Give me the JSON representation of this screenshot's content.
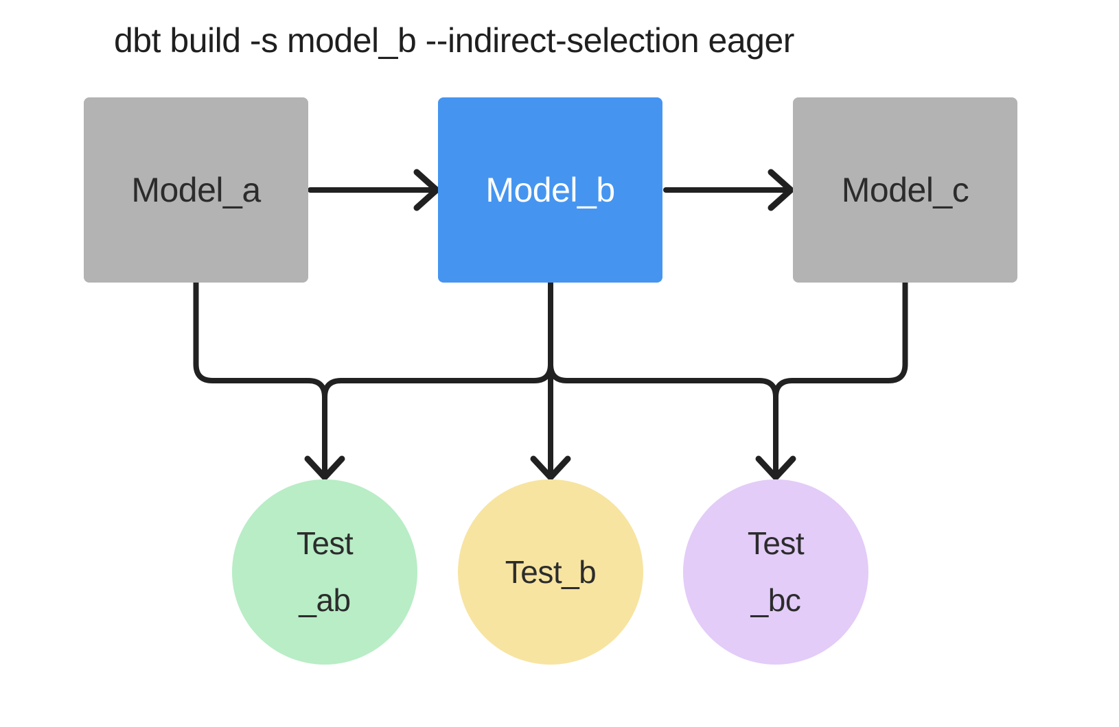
{
  "title": "dbt build -s model_b --indirect-selection eager",
  "models": [
    {
      "id": "model_a",
      "label": "Model_a",
      "fill": "#b3b3b3",
      "text_color": "#2c2c2c",
      "selected": false
    },
    {
      "id": "model_b",
      "label": "Model_b",
      "fill": "#4595f0",
      "text_color": "#ffffff",
      "selected": true
    },
    {
      "id": "model_c",
      "label": "Model_c",
      "fill": "#b3b3b3",
      "text_color": "#2c2c2c",
      "selected": false
    }
  ],
  "tests": [
    {
      "id": "test_ab",
      "lines": [
        "Test",
        "_ab"
      ],
      "fill": "#b8edc6"
    },
    {
      "id": "test_b",
      "lines": [
        "Test_b"
      ],
      "fill": "#f7e4a1"
    },
    {
      "id": "test_bc",
      "lines": [
        "Test",
        "_bc"
      ],
      "fill": "#e3ccf8"
    }
  ],
  "edges": [
    {
      "from": "model_a",
      "to": "model_b"
    },
    {
      "from": "model_b",
      "to": "model_c"
    },
    {
      "from": "model_a",
      "to": "test_ab"
    },
    {
      "from": "model_b",
      "to": "test_ab"
    },
    {
      "from": "model_b",
      "to": "test_b"
    },
    {
      "from": "model_b",
      "to": "test_bc"
    },
    {
      "from": "model_c",
      "to": "test_bc"
    }
  ],
  "colors": {
    "line": "#212121",
    "background": "#ffffff",
    "selected_model": "#4595f0",
    "unselected_model": "#b3b3b3",
    "test_ab": "#b8edc6",
    "test_b": "#f7e4a1",
    "test_bc": "#e3ccf8"
  }
}
